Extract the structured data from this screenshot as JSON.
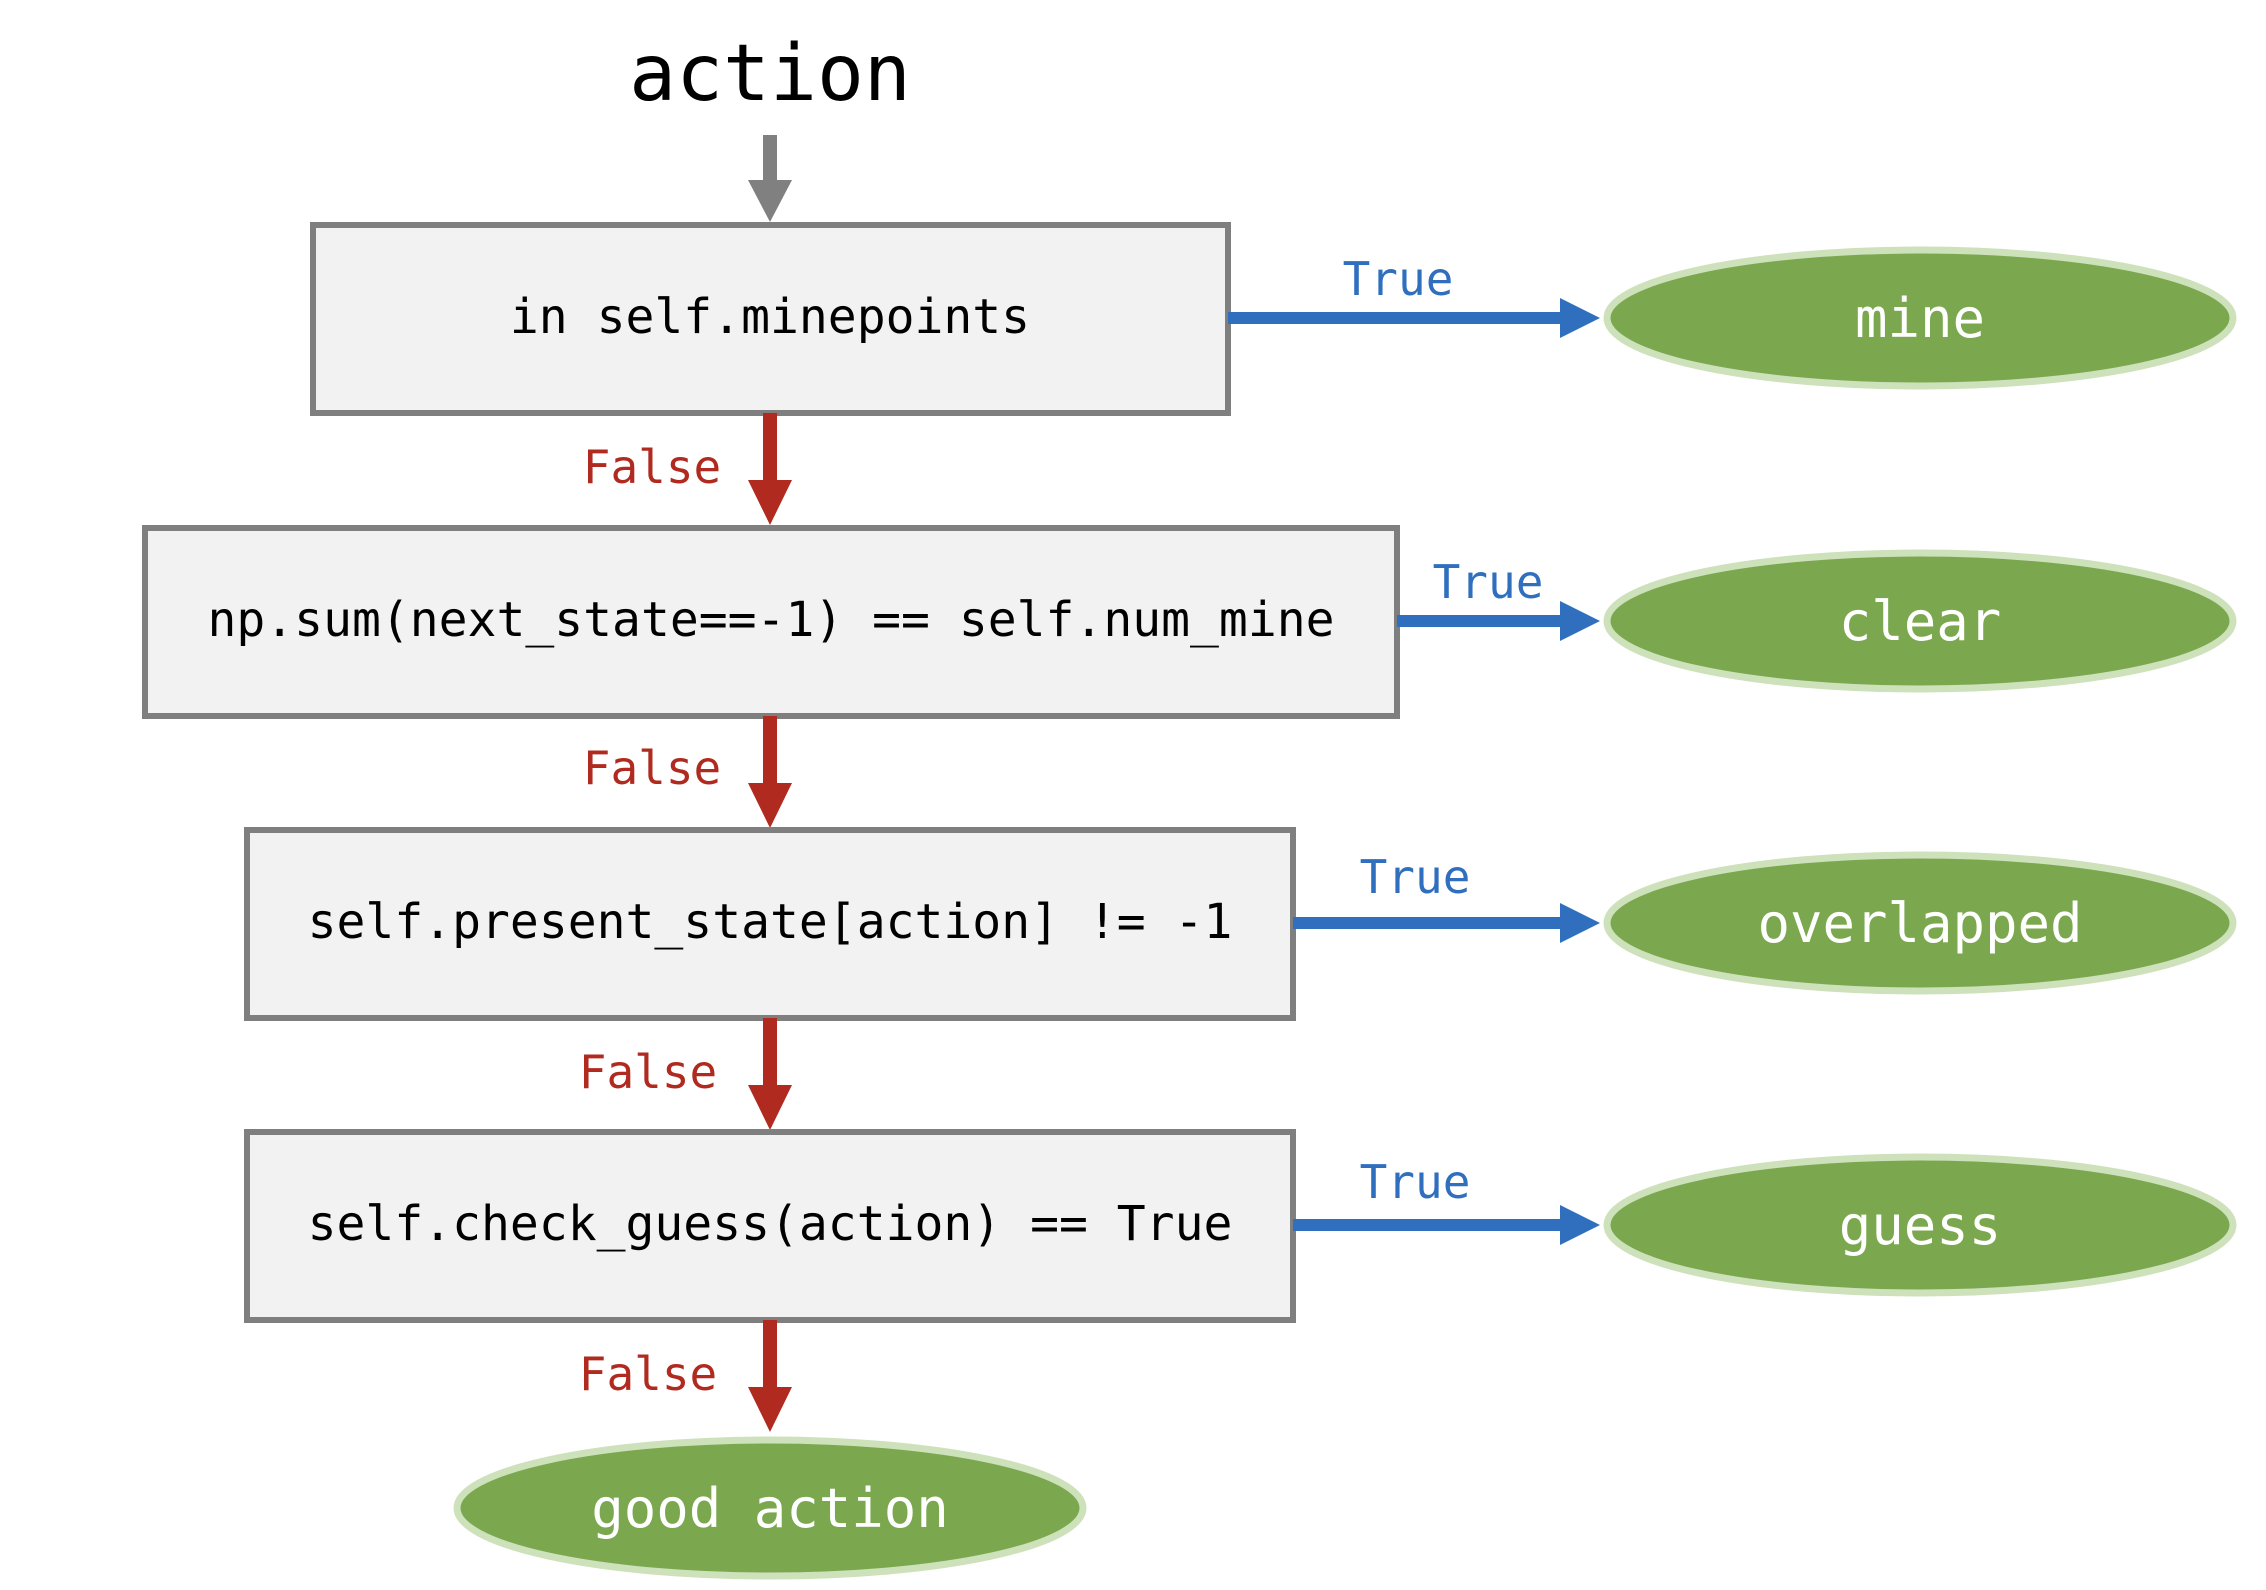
{
  "start_label": "action",
  "conditions": [
    {
      "text": "in self.minepoints",
      "true_label": "True",
      "false_label": "False",
      "outcome": "mine"
    },
    {
      "text": "np.sum(next_state==-1) == self.num_mine",
      "true_label": "True",
      "false_label": "False",
      "outcome": "clear"
    },
    {
      "text": "self.present_state[action] != -1",
      "true_label": "True",
      "false_label": "False",
      "outcome": "overlapped"
    },
    {
      "text": "self.check_guess(action) == True",
      "true_label": "True",
      "false_label": "False",
      "outcome": "guess"
    }
  ],
  "final_outcome": "good action",
  "colors": {
    "true_arrow": "#2F6FBE",
    "false_arrow": "#B02A1F",
    "start_arrow": "#808080",
    "box_fill": "#F2F2F2",
    "box_border": "#7F7F7F",
    "outcome_fill": "#7BA84F",
    "outcome_border": "#CDE1BB"
  }
}
